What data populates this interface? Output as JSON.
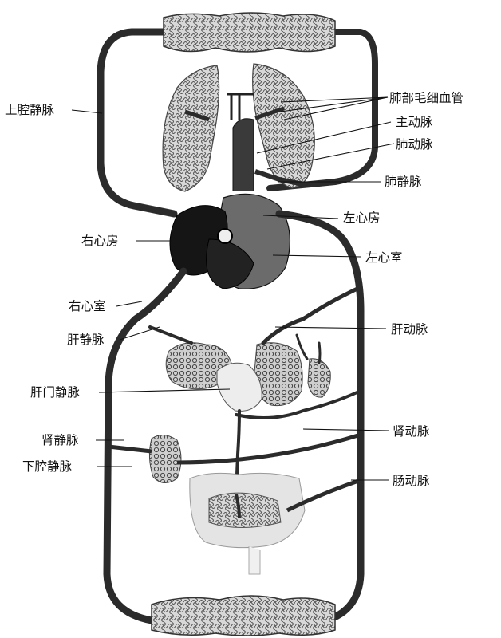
{
  "labels": {
    "pulmonary_capillaries": "肺部毛细血管",
    "aorta": "主动脉",
    "pulmonary_artery": "肺动脉",
    "pulmonary_vein": "肺静脉",
    "left_atrium": "左心房",
    "left_ventricle": "左心室",
    "hepatic_artery": "肝动脉",
    "renal_artery": "肾动脉",
    "intestinal_artery": "肠动脉",
    "superior_vena_cava": "上腔静脉",
    "right_atrium": "右心房",
    "right_ventricle": "右心室",
    "hepatic_vein": "肝静脉",
    "hepatic_portal_vein": "肝门静脉",
    "renal_vein": "肾静脉",
    "inferior_vena_cava": "下腔静脉"
  },
  "colors": {
    "vessel": "#2b2b2b",
    "capillary": "#8a8a8a",
    "tissue": "#b9b9b9",
    "heart_dark": "#1a1a1a"
  }
}
